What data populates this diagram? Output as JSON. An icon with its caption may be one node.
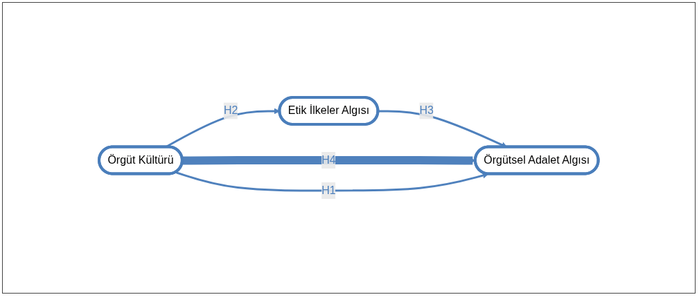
{
  "diagram": {
    "nodes": [
      {
        "text": [
          "Etik İlkeler Algısı"
        ]
      },
      {
        "text": [
          "Örgüt Kültürü"
        ]
      },
      {
        "text": [
          "Örgütsel Adalet Algısı"
        ]
      }
    ],
    "edges": [
      {
        "from": 1,
        "to": 0,
        "arrow": "to",
        "label": "H2"
      },
      {
        "from": 0,
        "to": 2,
        "arrow": "to",
        "label": "H3"
      },
      {
        "from": 1,
        "to": 2,
        "arrow": "to",
        "label": "H4",
        "style": "thick"
      },
      {
        "from": 1,
        "to": 2,
        "arrow": "to",
        "label": "H1"
      }
    ]
  }
}
